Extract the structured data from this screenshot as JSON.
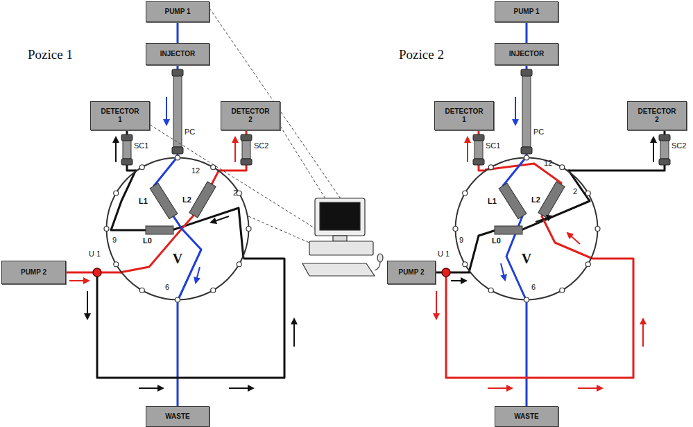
{
  "diagram": {
    "nodes": [
      {
        "text": [
          "PUMP 1"
        ]
      },
      {
        "text": [
          "INJECTOR"
        ]
      },
      {
        "text": [
          "DETECTOR 1"
        ]
      },
      {
        "text": [
          "DETECTOR 2"
        ]
      },
      {
        "text": [
          "V"
        ]
      },
      {
        "text": [
          "PUMP 2"
        ]
      },
      {
        "text": [
          "WASTE"
        ]
      },
      {
        "text": [
          "PUMP 1"
        ]
      },
      {
        "text": [
          "INJECTOR"
        ]
      },
      {
        "text": [
          "DETECTOR 1"
        ]
      },
      {
        "text": [
          "DETECTOR 2"
        ]
      },
      {
        "text": [
          "V"
        ]
      },
      {
        "text": [
          "PUMP 2"
        ]
      },
      {
        "text": [
          "WASTE"
        ]
      }
    ],
    "edges": [
      {
        "from": 0,
        "to": 1,
        "arrow": "none"
      },
      {
        "from": 1,
        "to": 4,
        "arrow": "none"
      },
      {
        "from": 4,
        "to": 2,
        "arrow": "none"
      },
      {
        "from": 4,
        "to": 3,
        "arrow": "none"
      },
      {
        "from": 5,
        "to": 4,
        "arrow": "none"
      },
      {
        "from": 4,
        "to": 6,
        "arrow": "none"
      },
      {
        "from": 7,
        "to": 8,
        "arrow": "none"
      },
      {
        "from": 8,
        "to": 11,
        "arrow": "none"
      },
      {
        "from": 11,
        "to": 9,
        "arrow": "none"
      },
      {
        "from": 11,
        "to": 10,
        "arrow": "none"
      },
      {
        "from": 12,
        "to": 11,
        "arrow": "none"
      },
      {
        "from": 11,
        "to": 13,
        "arrow": "none"
      }
    ],
    "labels": [
      "Pozice 1",
      "PC",
      "SC1",
      "SC2",
      "U 1",
      "12",
      "L1",
      "L2",
      "2",
      "L0",
      "9",
      "6",
      "Pozice 2",
      "PC",
      "SC1",
      "SC2",
      "U 1",
      "12",
      "L1",
      "L2",
      "2",
      "L0",
      "9",
      "6"
    ]
  }
}
